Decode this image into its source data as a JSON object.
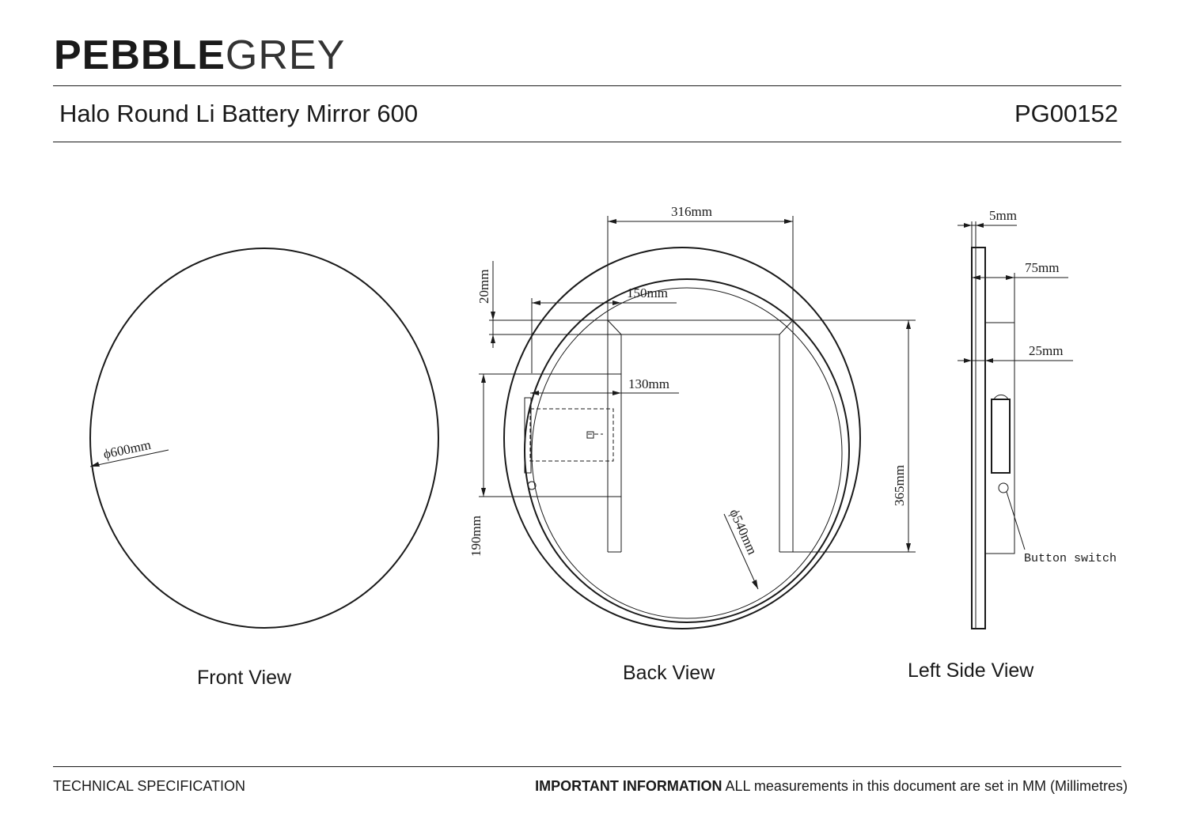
{
  "brand": {
    "name_bold": "PEBBLE",
    "name_light": "GREY"
  },
  "product": {
    "title": "Halo Round Li Battery Mirror 600",
    "code": "PG00152"
  },
  "views": {
    "front": {
      "label": "Front View",
      "diameter": "ϕ600mm"
    },
    "back": {
      "label": "Back View",
      "dims": {
        "width_316": "316mm",
        "offset_150": "150mm",
        "offset_20": "20mm",
        "battery_130": "130mm",
        "height_365": "365mm",
        "height_190": "190mm",
        "diameter_540": "ϕ540mm"
      }
    },
    "side": {
      "label": "Left Side View",
      "dims": {
        "thick_5": "5mm",
        "depth_75": "75mm",
        "depth_25": "25mm"
      },
      "callout": "Button switch"
    }
  },
  "footer": {
    "left": "TECHNICAL SPECIFICATION",
    "important_label": "IMPORTANT INFORMATION",
    "important_text": " ALL measurements in this document are set in MM (Millimetres)"
  }
}
